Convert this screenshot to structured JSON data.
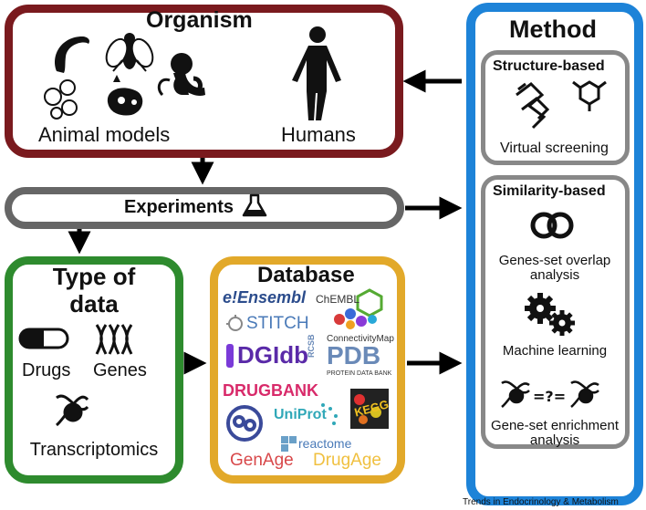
{
  "organism": {
    "title": "Organism",
    "animal_models": "Animal models",
    "humans": "Humans"
  },
  "experiments": {
    "label": "Experiments"
  },
  "method": {
    "title": "Method",
    "structure": {
      "title": "Structure-based",
      "items": [
        "Virtual screening"
      ]
    },
    "similarity": {
      "title": "Similarity-based",
      "items": [
        "Genes-set overlap",
        "analysis",
        "Machine learning",
        "Gene-set enrichment",
        "analysis"
      ]
    }
  },
  "type_of_data": {
    "title_line1": "Type of",
    "title_line2": "data",
    "items": [
      "Drugs",
      "Genes",
      "Transcriptomics"
    ]
  },
  "database": {
    "title": "Database",
    "logos": [
      "e!Ensembl",
      "ChEMBL",
      "STITCH",
      "DGIdb",
      "ConnectivityMap",
      "PDB",
      "RCSB",
      "PROTEIN DATA BANK",
      "DRUGBANK",
      "KEGG",
      "UniProt",
      "reactome",
      "GenAge",
      "DrugAge"
    ]
  },
  "credit": "Trends in Endocrinology & Metabolism",
  "colors": {
    "organism": "#7a1a1e",
    "method": "#1d83d8",
    "type_of_data": "#2e8b2e",
    "database": "#e2a92a",
    "experiments": "#666666",
    "sub_box": "#888888"
  }
}
